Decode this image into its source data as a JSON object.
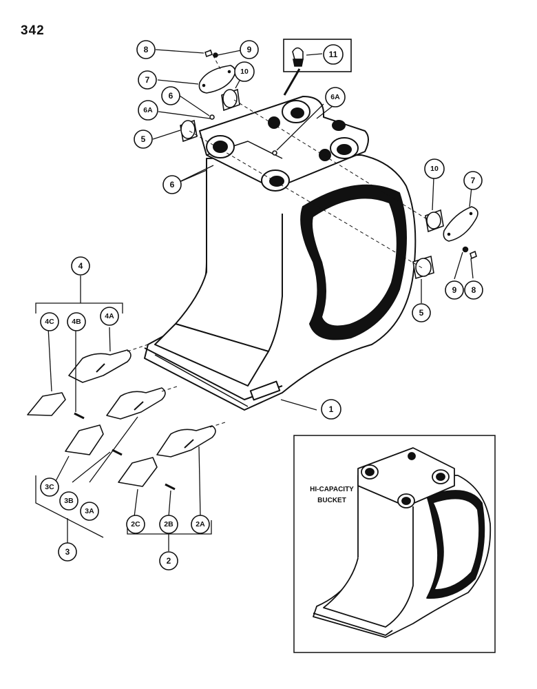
{
  "page_number": "342",
  "inset": {
    "label_line1": "HI-CAPACITY",
    "label_line2": "BUCKET"
  },
  "callouts": {
    "c1": "1",
    "c2": "2",
    "c2A": "2A",
    "c2B": "2B",
    "c2C": "2C",
    "c3": "3",
    "c3A": "3A",
    "c3B": "3B",
    "c3C": "3C",
    "c4": "4",
    "c4A": "4A",
    "c4B": "4B",
    "c4C": "4C",
    "c5_left": "5",
    "c5_right": "5",
    "c6_top": "6",
    "c6_mid": "6",
    "c6A_left": "6A",
    "c6A_right": "6A",
    "c7_left": "7",
    "c7_right": "7",
    "c8_top": "8",
    "c8_right": "8",
    "c9_top": "9",
    "c9_right": "9",
    "c10_top": "10",
    "c10_right": "10",
    "c11": "11"
  }
}
